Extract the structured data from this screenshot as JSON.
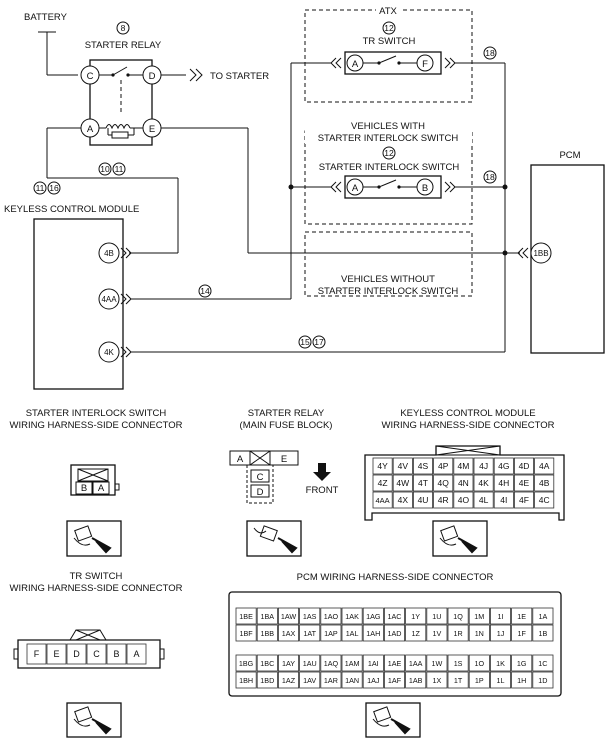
{
  "schematic": {
    "battery": "BATTERY",
    "starter_relay": {
      "num": "8",
      "label": "STARTER RELAY",
      "pins": [
        "C",
        "D",
        "A",
        "E"
      ]
    },
    "to_starter": "TO STARTER",
    "atx": "ATX",
    "tr_switch": {
      "num": "12",
      "label": "TR SWITCH",
      "pins": [
        "A",
        "F"
      ],
      "note": "18"
    },
    "vehicles_with": [
      "VEHICLES WITH",
      "STARTER INTERLOCK SWITCH"
    ],
    "interlock": {
      "num": "12",
      "label": "STARTER INTERLOCK SWITCH",
      "pins": [
        "A",
        "B"
      ],
      "note": "18"
    },
    "vehicles_without": [
      "VEHICLES WITHOUT",
      "STARTER INTERLOCK SWITCH"
    ],
    "pcm": {
      "label": "PCM",
      "pin": "1BB"
    },
    "kcm": {
      "label": "KEYLESS CONTROL MODULE",
      "notes": [
        "11",
        "16"
      ],
      "pins": [
        "4B",
        "4AA",
        "4K"
      ]
    },
    "notes": {
      "relay_wire": [
        "10",
        "11"
      ],
      "n14": "14",
      "n15_17": [
        "15",
        "17"
      ]
    }
  },
  "connectors": {
    "interlock_title": [
      "STARTER INTERLOCK SWITCH",
      "WIRING HARNESS-SIDE CONNECTOR"
    ],
    "interlock_pins": [
      "B",
      "A"
    ],
    "relay_title": [
      "STARTER RELAY",
      "(MAIN FUSE BLOCK)"
    ],
    "relay_pins": [
      "A",
      "E",
      "C",
      "D"
    ],
    "front": "FRONT",
    "kcm_title": [
      "KEYLESS CONTROL MODULE",
      "WIRING HARNESS-SIDE CONNECTOR"
    ],
    "kcm_grid": [
      [
        "4Y",
        "4V",
        "4S",
        "4P",
        "4M",
        "4J",
        "4G",
        "4D",
        "4A"
      ],
      [
        "4Z",
        "4W",
        "4T",
        "4Q",
        "4N",
        "4K",
        "4H",
        "4E",
        "4B"
      ],
      [
        "4AA",
        "4X",
        "4U",
        "4R",
        "4O",
        "4L",
        "4I",
        "4F",
        "4C"
      ]
    ],
    "tr_title": [
      "TR SWITCH",
      "WIRING HARNESS-SIDE CONNECTOR"
    ],
    "tr_pins": [
      "F",
      "E",
      "D",
      "C",
      "B",
      "A"
    ],
    "pcm_title": "PCM WIRING HARNESS-SIDE CONNECTOR",
    "pcm_grid": [
      [
        "1BE",
        "1BA",
        "1AW",
        "1AS",
        "1AO",
        "1AK",
        "1AG",
        "1AC",
        "1Y",
        "1U",
        "1Q",
        "1M",
        "1I",
        "1E",
        "1A"
      ],
      [
        "1BF",
        "1BB",
        "1AX",
        "1AT",
        "1AP",
        "1AL",
        "1AH",
        "1AD",
        "1Z",
        "1V",
        "1R",
        "1N",
        "1J",
        "1F",
        "1B"
      ],
      [
        "1BG",
        "1BC",
        "1AY",
        "1AU",
        "1AQ",
        "1AM",
        "1AI",
        "1AE",
        "1AA",
        "1W",
        "1S",
        "1O",
        "1K",
        "1G",
        "1C"
      ],
      [
        "1BH",
        "1BD",
        "1AZ",
        "1AV",
        "1AR",
        "1AN",
        "1AJ",
        "1AF",
        "1AB",
        "1X",
        "1T",
        "1P",
        "1L",
        "1H",
        "1D"
      ]
    ]
  }
}
